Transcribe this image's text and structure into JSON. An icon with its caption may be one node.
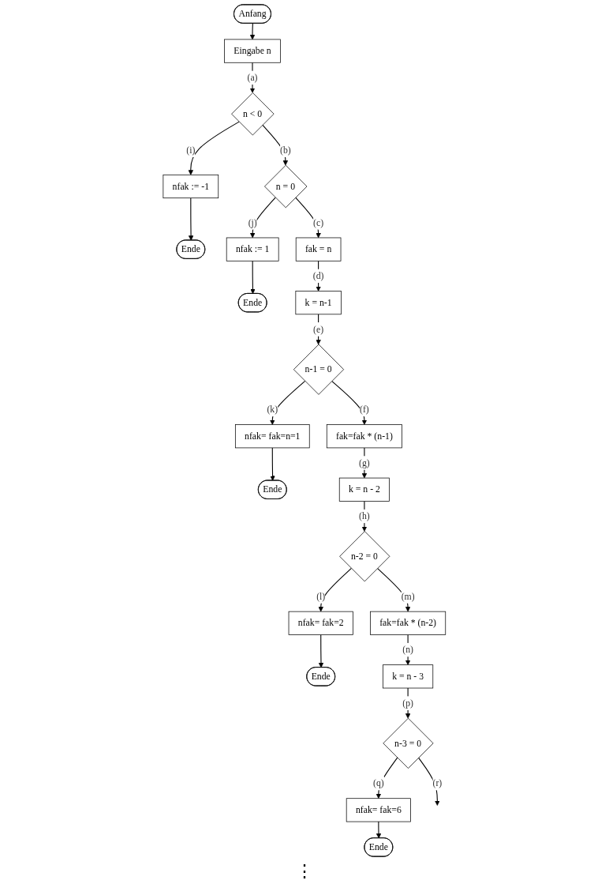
{
  "diagram": {
    "nodes": [
      {
        "text": [
          "Anfang"
        ]
      },
      {
        "text": [
          "Eingabe n"
        ]
      },
      {
        "text": [
          "n < 0"
        ]
      },
      {
        "text": [
          "nfak := -1"
        ]
      },
      {
        "text": [
          "Ende"
        ]
      },
      {
        "text": [
          "n = 0"
        ]
      },
      {
        "text": [
          "nfak := 1"
        ]
      },
      {
        "text": [
          "Ende"
        ]
      },
      {
        "text": [
          "fak = n"
        ]
      },
      {
        "text": [
          "k = n-1"
        ]
      },
      {
        "text": [
          "n-1 = 0"
        ]
      },
      {
        "text": [
          "nfak= fak=n=1"
        ]
      },
      {
        "text": [
          "Ende"
        ]
      },
      {
        "text": [
          "fak=fak * (n-1)"
        ]
      },
      {
        "text": [
          "k = n - 2"
        ]
      },
      {
        "text": [
          "n-2 = 0"
        ]
      },
      {
        "text": [
          "nfak= fak=2"
        ]
      },
      {
        "text": [
          "Ende"
        ]
      },
      {
        "text": [
          "fak=fak * (n-2)"
        ]
      },
      {
        "text": [
          "k = n - 3"
        ]
      },
      {
        "text": [
          "n-3 = 0"
        ]
      },
      {
        "text": [
          "nfak= fak=6"
        ]
      },
      {
        "text": [
          "Ende"
        ]
      }
    ],
    "edges": [
      {
        "from": 0,
        "to": 1,
        "arrow": "to"
      },
      {
        "from": 1,
        "to": 2,
        "label": "(a)",
        "arrow": "to"
      },
      {
        "from": 2,
        "to": 3,
        "label": "(i)",
        "arrow": "to"
      },
      {
        "from": 3,
        "to": 4,
        "arrow": "to"
      },
      {
        "from": 2,
        "to": 5,
        "label": "(b)",
        "arrow": "to"
      },
      {
        "from": 5,
        "to": 6,
        "label": "(j)",
        "arrow": "to"
      },
      {
        "from": 6,
        "to": 7,
        "arrow": "to"
      },
      {
        "from": 5,
        "to": 8,
        "label": "(c)",
        "arrow": "to"
      },
      {
        "from": 8,
        "to": 9,
        "label": "(d)",
        "arrow": "to"
      },
      {
        "from": 9,
        "to": 10,
        "label": "(e)",
        "arrow": "to"
      },
      {
        "from": 10,
        "to": 11,
        "label": "(k)",
        "arrow": "to"
      },
      {
        "from": 11,
        "to": 12,
        "arrow": "to"
      },
      {
        "from": 10,
        "to": 13,
        "label": "(f)",
        "arrow": "to"
      },
      {
        "from": 13,
        "to": 14,
        "label": "(g)",
        "arrow": "to"
      },
      {
        "from": 14,
        "to": 15,
        "label": "(h)",
        "arrow": "to"
      },
      {
        "from": 15,
        "to": 16,
        "label": "(l)",
        "arrow": "to"
      },
      {
        "from": 16,
        "to": 17,
        "arrow": "to"
      },
      {
        "from": 15,
        "to": 18,
        "label": "(m)",
        "arrow": "to"
      },
      {
        "from": 18,
        "to": 19,
        "label": "(n)",
        "arrow": "to"
      },
      {
        "from": 19,
        "to": 20,
        "label": "(p)",
        "arrow": "to"
      },
      {
        "from": 20,
        "to": 21,
        "label": "(q)",
        "arrow": "to"
      },
      {
        "from": 21,
        "to": 22,
        "arrow": "to"
      },
      {
        "from": 20,
        "to": null,
        "label": "(r)",
        "arrow": "to"
      }
    ],
    "labels": [
      "⋮"
    ]
  }
}
